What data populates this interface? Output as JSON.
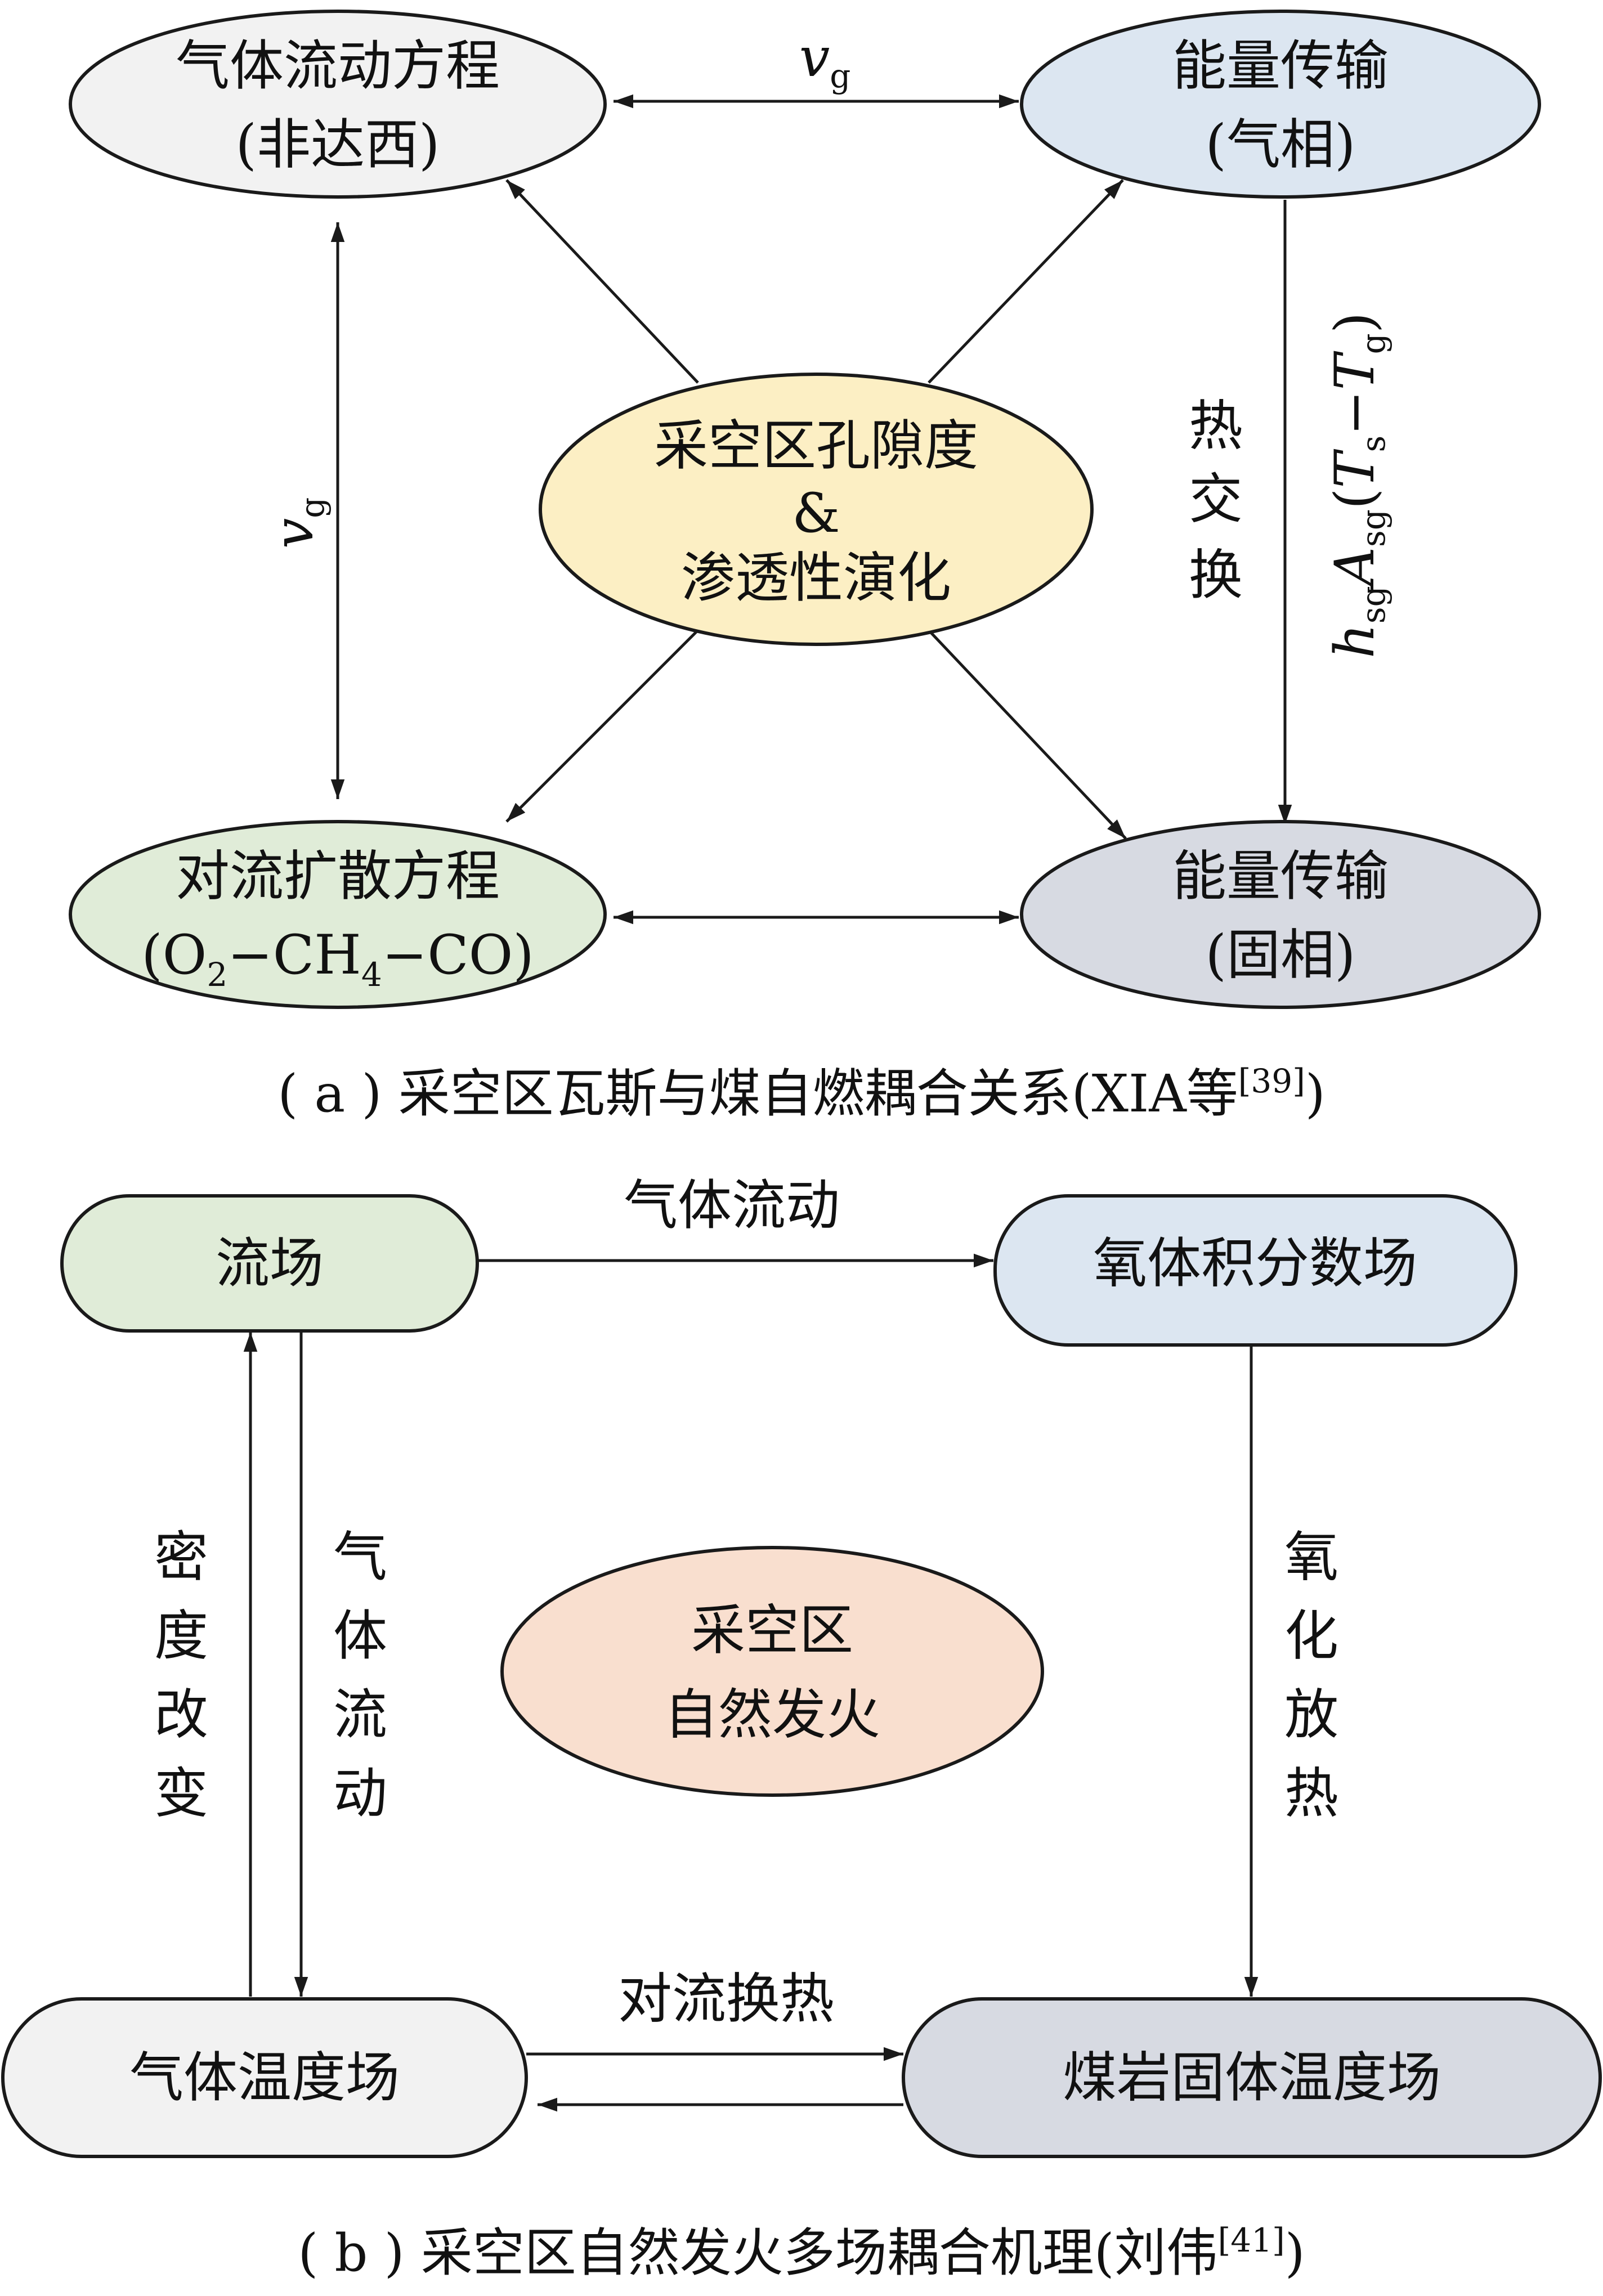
{
  "colors": {
    "gray_light": "#f2f2f2",
    "blue_light": "#dce6f1",
    "yellow_light": "#fcefc4",
    "green_light": "#e0ecd8",
    "gray_blue": "#d7dae2",
    "salmon_light": "#f9dfcf",
    "line": "#1a1a1a"
  },
  "panel_a": {
    "node_gas_flow": {
      "line1": "气体流动方程",
      "line2": "(非达西)"
    },
    "node_energy_gas": {
      "line1": "能量传输",
      "line2": "(气相)"
    },
    "node_center": {
      "line1": "采空区孔隙度",
      "line2": "&",
      "line3": "渗透性演化"
    },
    "node_convection": {
      "line1": "对流扩散方程",
      "line2": {
        "p1": "(O",
        "s1": "2",
        "p2": "−CH",
        "s2": "4",
        "p3": "−CO)"
      }
    },
    "node_energy_solid": {
      "line1": "能量传输",
      "line2": "(固相)"
    },
    "label_vg_top": {
      "main": "v",
      "sub": "g"
    },
    "label_vg_left": {
      "main": "v",
      "sub": "g"
    },
    "label_heat_exchange": [
      "热",
      "交",
      "换"
    ],
    "formula": {
      "h": "h",
      "h_sub": "sg",
      "A": "A",
      "A_sub": "sg",
      "open": "(",
      "T1": "T",
      "T1_sub": "s",
      "minus": "−",
      "T2": "T",
      "T2_sub": "g",
      "close": ")"
    },
    "caption": {
      "text": "( a ) 采空区瓦斯与煤自燃耦合关系(XIA等",
      "ref": "[39]",
      "close": ")"
    }
  },
  "panel_b": {
    "node_flow_field": "流场",
    "node_oxygen": "氧体积分数场",
    "node_center": {
      "line1": "采空区",
      "line2": "自然发火"
    },
    "node_gas_temp": "气体温度场",
    "node_solid_temp": "煤岩固体温度场",
    "label_gas_flow_top": "气体流动",
    "label_density_change": [
      "密",
      "度",
      "改",
      "变"
    ],
    "label_gas_flow_vertical": [
      "气",
      "体",
      "流",
      "动"
    ],
    "label_oxidation_heat": [
      "氧",
      "化",
      "放",
      "热"
    ],
    "label_convective_heat": "对流换热",
    "caption": {
      "text": "( b ) 采空区自然发火多场耦合机理(刘伟",
      "ref": "[41]",
      "close": ")"
    }
  }
}
